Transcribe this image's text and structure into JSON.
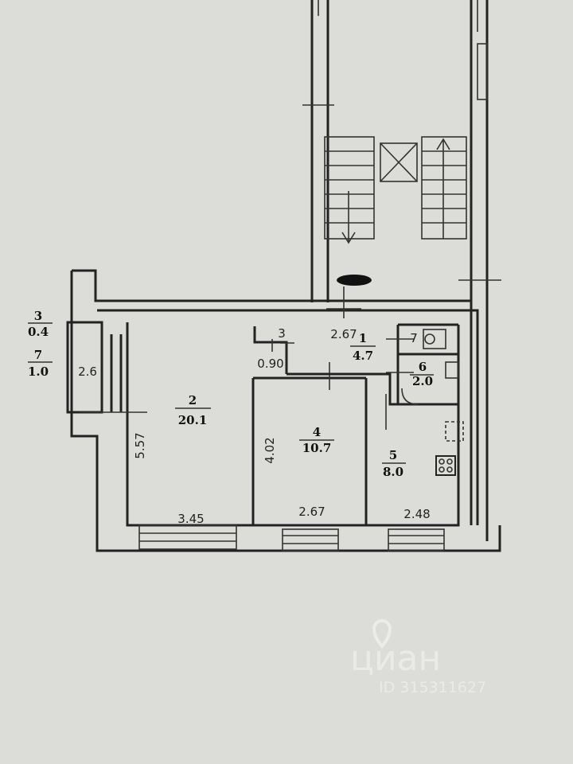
{
  "plan": {
    "rooms": [
      {
        "number": "1",
        "area": "4.7"
      },
      {
        "number": "2",
        "area": "20.1"
      },
      {
        "number": "3",
        "area": "0.4"
      },
      {
        "number": "4",
        "area": "10.7"
      },
      {
        "number": "5",
        "area": "8.0"
      },
      {
        "number": "6",
        "area": "2.0"
      },
      {
        "number": "7",
        "area": "1.0"
      }
    ],
    "closet_label": "3",
    "toilet_label": "7",
    "dimensions": {
      "balcony": "2.6",
      "room2_height": "5.57",
      "room2_width": "3.45",
      "room4_height": "4.02",
      "room4_width": "2.67",
      "room5_width": "2.48",
      "hall_width": "2.67",
      "closet_width": "0.90"
    }
  },
  "watermark": {
    "brand": "циан",
    "id": "ID 315311627"
  }
}
